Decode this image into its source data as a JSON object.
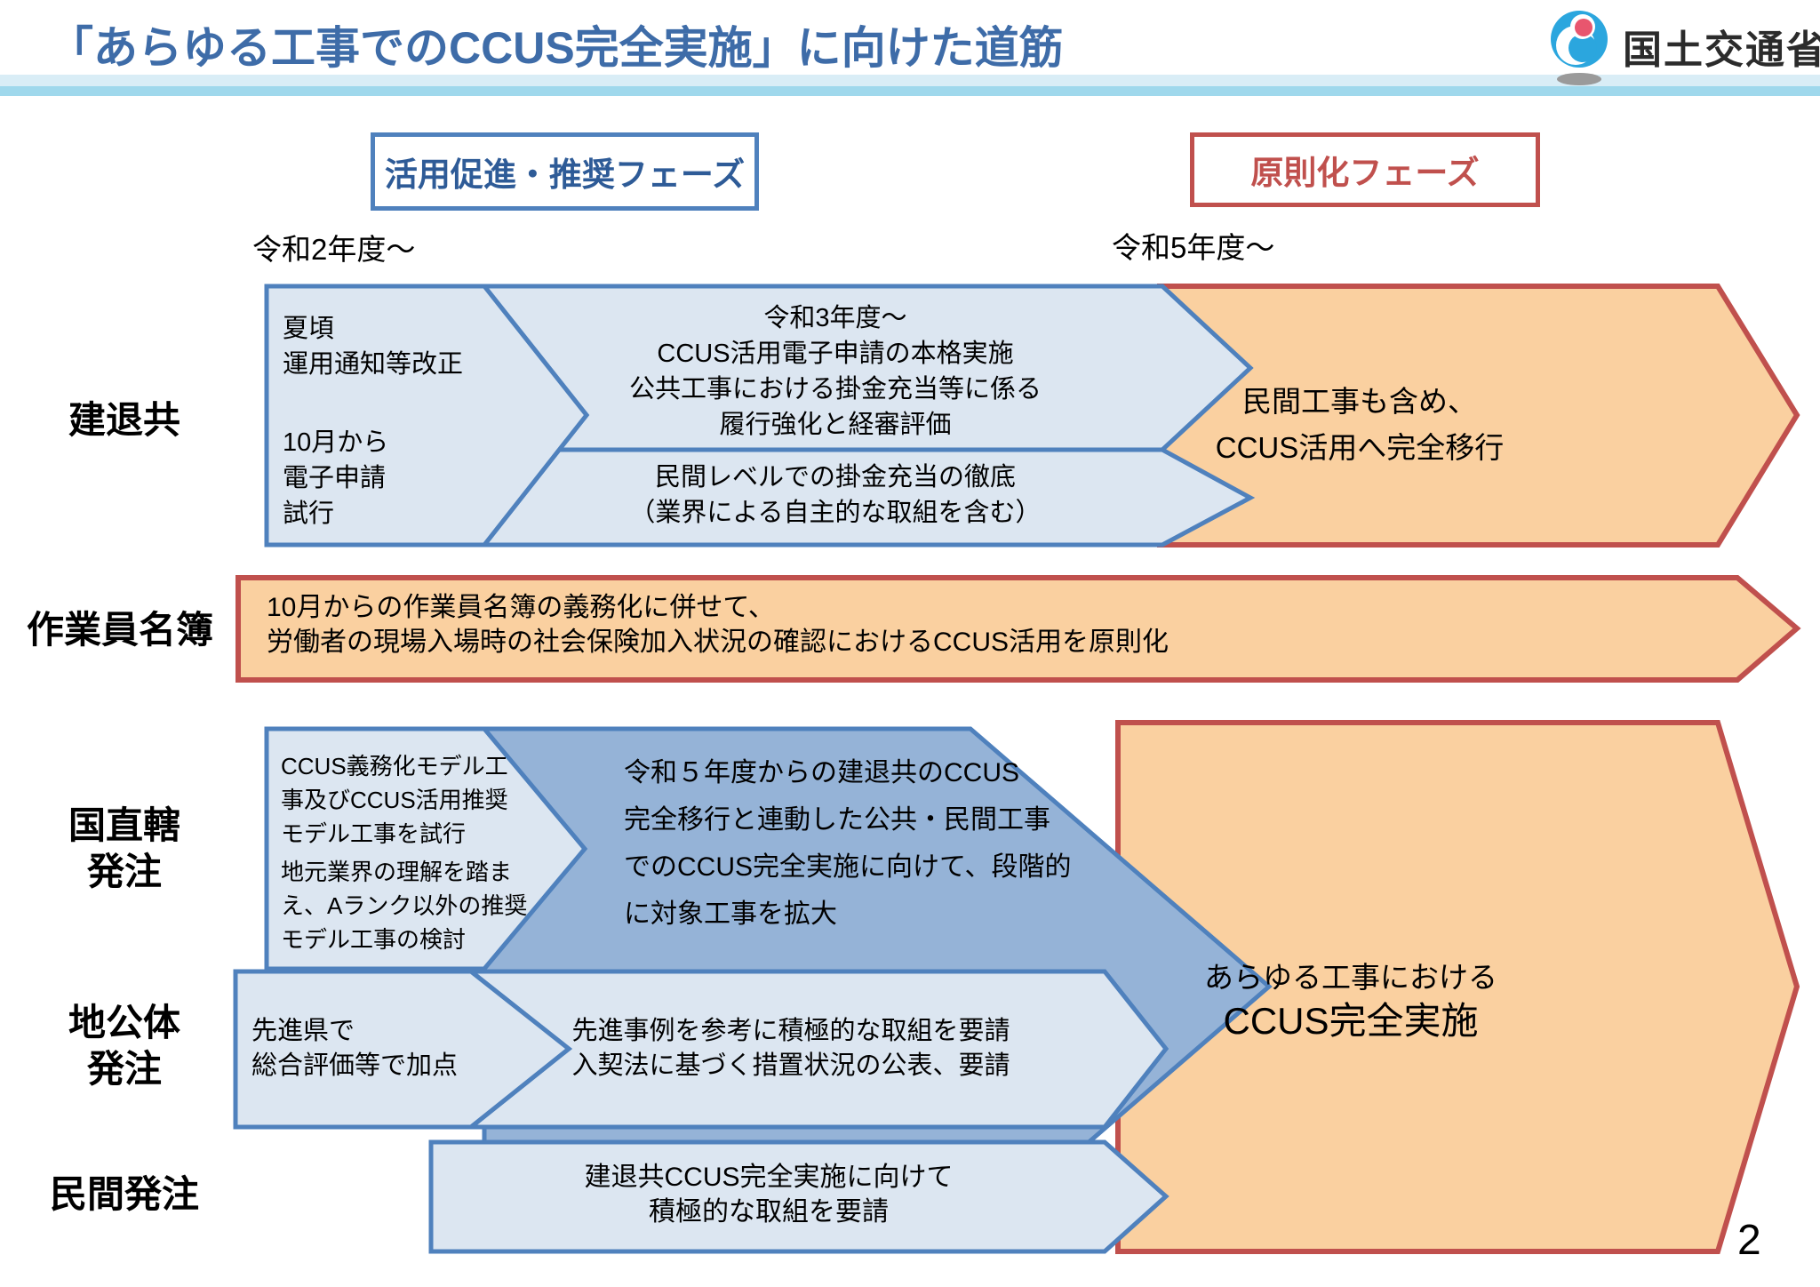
{
  "header": {
    "title": "「あらゆる工事でのCCUS完全実施」に向けた道筋",
    "agency": "国土交通省",
    "page_number": "2"
  },
  "phases": {
    "promotion_label": "活用促進・推奨フェーズ",
    "principle_label": "原則化フェーズ"
  },
  "timeline": {
    "start_era": "令和2年度～",
    "principle_era": "令和5年度～"
  },
  "rows": {
    "kentaikyo": {
      "label": "建退共",
      "left_top": [
        "夏頃",
        "運用通知等改正"
      ],
      "left_bottom": [
        "10月から",
        "電子申請",
        "試行"
      ],
      "top_arrow": [
        "令和3年度～",
        "CCUS活用電子申請の本格実施",
        "公共工事における掛金充当等に係る",
        "履行強化と経審評価"
      ],
      "bottom_arrow": [
        "民間レベルでの掛金充当の徹底",
        "（業界による自主的な取組を含む）"
      ],
      "goal": [
        "民間工事も含め、",
        "CCUS活用へ完全移行"
      ]
    },
    "meibo": {
      "label": "作業員名簿",
      "arrow": [
        "10月からの作業員名簿の義務化に併せて、",
        "労働者の現場入場時の社会保険加入状況の確認におけるCCUS活用を原則化"
      ]
    },
    "kokuchokkatsu": {
      "label": [
        "国直轄",
        "発注"
      ],
      "left_top": [
        "CCUS義務化モデル工",
        "事及びCCUS活用推奨",
        "モデル工事を試行"
      ],
      "left_bottom": [
        "地元業界の理解を踏ま",
        "え、Aランク以外の推奨",
        "モデル工事の検討"
      ],
      "dark_arrow": [
        "令和５年度からの建退共のCCUS",
        "完全移行と連動した公共・民間工事",
        "でのCCUS完全実施に向けて、段階的",
        "に対象工事を拡大"
      ]
    },
    "chikotai": {
      "label": [
        "地公体",
        "発注"
      ],
      "left": [
        "先進県で",
        "総合評価等で加点"
      ],
      "middle": [
        "先進事例を参考に積極的な取組を要請",
        "入契法に基づく措置状況の公表、要請"
      ]
    },
    "minkan": {
      "label": "民間発注",
      "arrow": [
        "建退共CCUS完全実施に向けて",
        "積極的な取組を要請"
      ]
    },
    "goal": [
      "あらゆる工事における",
      "CCUS完全実施"
    ]
  },
  "colors": {
    "title_blue": "#3E6CA8",
    "phase_blue_text": "#2E5B97",
    "stroke_blue": "#4F81BD",
    "fill_light_blue": "#DCE6F1",
    "fill_dark_blue": "#95B3D7",
    "fill_orange": "#FAD0A0",
    "stroke_red": "#C0504D",
    "band_pale": "#D9EDF6",
    "band_cyan": "#9FD8EC"
  }
}
